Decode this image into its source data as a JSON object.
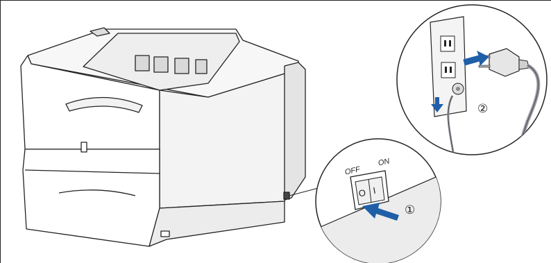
{
  "illustration": {
    "switch_off_label": "OFF",
    "switch_on_label": "ON",
    "switch_off_glyph": "O",
    "switch_on_glyph": "I",
    "step_1_marker": "①",
    "step_2_marker": "②"
  },
  "colors": {
    "outline": "#222222",
    "printer_body": "#ffffff",
    "printer_shade": "#e9e9e9",
    "arrow_blue": "#1f5fa8",
    "cord": "#9a9aa4",
    "wall_plate": "#f4f4f4"
  },
  "icons": [
    "printer-illustration",
    "power-switch-callout",
    "wall-outlet-callout",
    "power-plug-icon",
    "unplug-arrow-icon",
    "press-arrow-icon"
  ]
}
